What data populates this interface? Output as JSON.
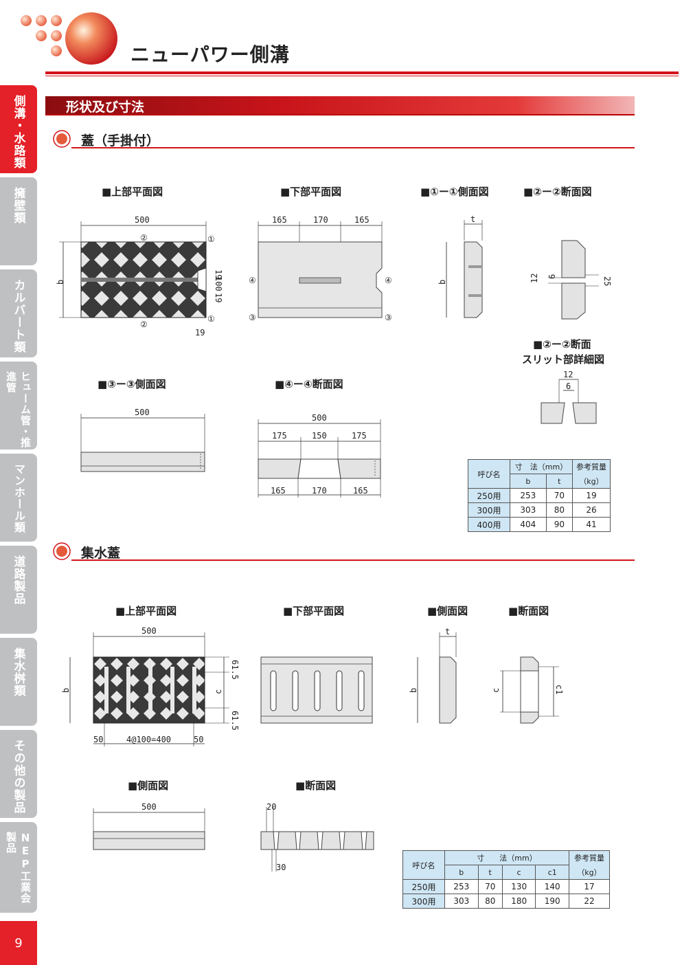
{
  "header": {
    "title": "ニューパワー側溝"
  },
  "side_tabs": [
    {
      "label": "側溝・水路類",
      "active": true
    },
    {
      "label": "擁壁類",
      "active": false
    },
    {
      "label": "カルバート類",
      "active": false
    },
    {
      "label": "ヒューム管・推進管",
      "active": false
    },
    {
      "label": "マンホール類",
      "active": false
    },
    {
      "label": "道路製品",
      "active": false
    },
    {
      "label": "集水桝類",
      "active": false
    },
    {
      "label": "その他の製品",
      "active": false
    },
    {
      "label": "NEP工業会製品",
      "active": false
    }
  ],
  "page_number": "9",
  "section": {
    "title": "形状及び寸法"
  },
  "lid": {
    "title": "蓋（手掛付）",
    "views": {
      "top_plan": "■上部平面図",
      "bottom_plan": "■下部平面図",
      "side_1": "■①ー①側面図",
      "section_2": "■②ー②断面図",
      "slit_line1": "■②ー②断面",
      "slit_line2": "スリット部詳細図",
      "side_3": "■③ー③側面図",
      "section_4": "■④ー④断面図"
    },
    "dims": {
      "w500": "500",
      "b": "b",
      "t": "t",
      "d165": "165",
      "d170": "170",
      "d175": "175",
      "d150": "150",
      "d19": "19",
      "d100": "100",
      "d12": "12",
      "d6": "6",
      "d25": "25",
      "m1": "①",
      "m2": "②",
      "m3": "③",
      "m4": "④"
    },
    "table": {
      "col_name": "呼び名",
      "col_dims": "寸　法（mm）",
      "col_b": "b",
      "col_t": "t",
      "col_mass_1": "参考質量",
      "col_mass_2": "（kg）",
      "rows": [
        {
          "name": "250用",
          "b": "253",
          "t": "70",
          "mass": "19"
        },
        {
          "name": "300用",
          "b": "303",
          "t": "80",
          "mass": "26"
        },
        {
          "name": "400用",
          "b": "404",
          "t": "90",
          "mass": "41"
        }
      ]
    }
  },
  "catch": {
    "title": "集水蓋",
    "views": {
      "top_plan": "■上部平面図",
      "bottom_plan": "■下部平面図",
      "side": "■側面図",
      "section": "■断面図",
      "side2": "■側面図",
      "section2": "■断面図"
    },
    "dims": {
      "w500": "500",
      "b": "b",
      "c": "c",
      "c1": "c1",
      "t": "t",
      "d615": "61.5",
      "d50": "50",
      "d4at100": "4@100=400",
      "d20": "20",
      "d30": "30"
    },
    "table": {
      "col_name": "呼び名",
      "col_dims": "寸　　法（mm）",
      "col_b": "b",
      "col_t": "t",
      "col_c": "c",
      "col_c1": "c1",
      "col_mass_1": "参考質量",
      "col_mass_2": "（kg）",
      "rows": [
        {
          "name": "250用",
          "b": "253",
          "t": "70",
          "c": "130",
          "c1": "140",
          "mass": "17"
        },
        {
          "name": "300用",
          "b": "303",
          "t": "80",
          "c": "180",
          "c1": "190",
          "mass": "22"
        }
      ]
    }
  },
  "colors": {
    "accent": "#e42028",
    "tab_gray": "#bfc0c2",
    "table_head": "#cfe6f4"
  }
}
